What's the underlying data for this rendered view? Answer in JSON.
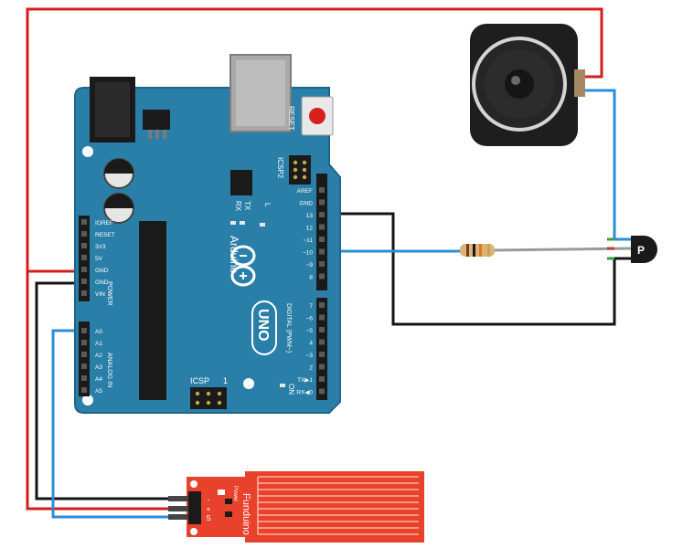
{
  "board": {
    "name": "Arduino",
    "model": "UNO",
    "reset_label": "RESET",
    "icsp2_label": "ICSP2",
    "icsp_label": "ICSP",
    "icsp_pin_number": "1",
    "tx_label": "TX",
    "rx_label": "RX",
    "l_label": "L",
    "on_label": "ON",
    "power_group_label": "POWER",
    "analog_group_label": "ANALOG IN",
    "digital_group_label": "DIGITAL (PWM~)",
    "power_pins": [
      "IOREF",
      "RESET",
      "3V3",
      "5V",
      "GND",
      "GND",
      "VIN"
    ],
    "analog_pins": [
      "A0",
      "A1",
      "A2",
      "A3",
      "A4",
      "A5"
    ],
    "digital_pins_top": [
      "AREF",
      "GND",
      "13",
      "12",
      "~11",
      "~10",
      "~9",
      "8"
    ],
    "digital_pins_bottom": [
      "7",
      "~6",
      "~5",
      "4",
      "~3",
      "2",
      "TX▶1",
      "RX◀0"
    ]
  },
  "sensor": {
    "brand": "Funduino",
    "pin_labels": [
      "S",
      "+",
      "-"
    ],
    "power_label": "Power"
  },
  "transistor": {
    "label": "P"
  },
  "colors": {
    "board": "#2a7fa8",
    "board_edge": "#1e6688",
    "red_wire": "#d61d1d",
    "black_wire": "#141414",
    "blue_wire": "#2a8fd6",
    "sensor": "#e8412c",
    "trace": "#ffb2a1"
  }
}
